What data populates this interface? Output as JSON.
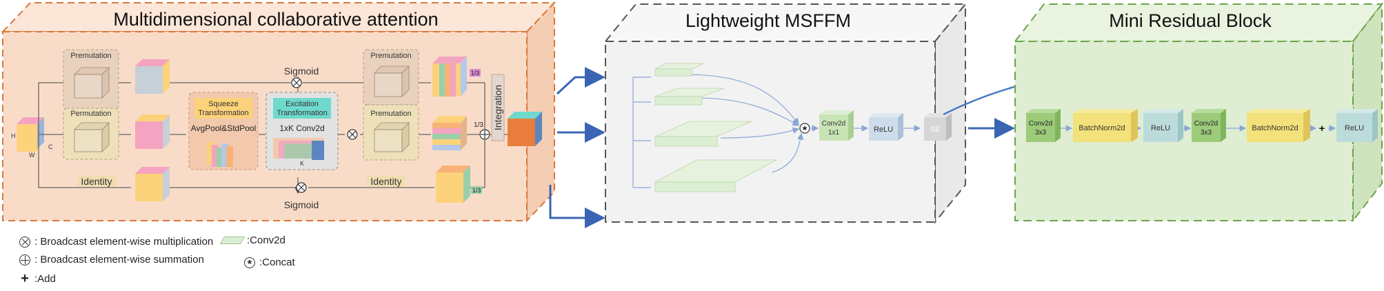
{
  "modules": {
    "mca_title": "Multidimensional collaborative attention",
    "msffm_title": "Lightweight MSFFM",
    "mrb_title": "Mini Residual Block"
  },
  "mca": {
    "premutation_1": "Premutation",
    "premutation_2": "Permutation",
    "premutation_3": "Premutation",
    "premutation_4": "Premutation",
    "identity_1": "Identity",
    "identity_2": "Identity",
    "sigmoid_top": "Sigmoid",
    "sigmoid_bottom": "Sigmoid",
    "squeeze_label": "Squeeze Transformation",
    "squeeze_op": "AvgPool&StdPool",
    "excitation_label": "Excitation Transformation",
    "excitation_op": "1xK Conv2d",
    "k_label": "K",
    "integration": "Integration",
    "one_third_1": "1/3",
    "one_third_2": "1/3",
    "one_third_3": "1/3",
    "axis_h": "H",
    "axis_w": "W",
    "axis_c": "C"
  },
  "msffm": {
    "conv_label_1": "Conv2d",
    "conv_label_2": "1x1",
    "relu": "ReLU",
    "se": "SE"
  },
  "mrb": {
    "conv1_a": "Conv2d",
    "conv1_b": "3x3",
    "bn1": "BatchNorm2d",
    "relu1": "ReLU",
    "conv2_a": "Conv2d",
    "conv2_b": "3x3",
    "bn2": "BatchNorm2d",
    "plus": "+",
    "relu2": "ReLU"
  },
  "legend": {
    "mul": ": Broadcast element-wise multiplication",
    "sum": ": Broadcast element-wise summation",
    "add": ":Add",
    "conv": ":Conv2d",
    "concat": ":Concat"
  },
  "colors": {
    "mca_fill": "#f9dcc8",
    "mca_border": "#d9773a",
    "msffm_fill": "#f2f2f2",
    "msffm_border": "#555555",
    "mrb_fill": "#dfedd2",
    "mrb_border": "#6aa548",
    "arrow_blue": "#3a64b4",
    "conv_green": "#c9e4b4",
    "relu_blue": "#cddcea",
    "bn_yellow": "#f3e27a",
    "se_gray": "#d6d6d6"
  }
}
